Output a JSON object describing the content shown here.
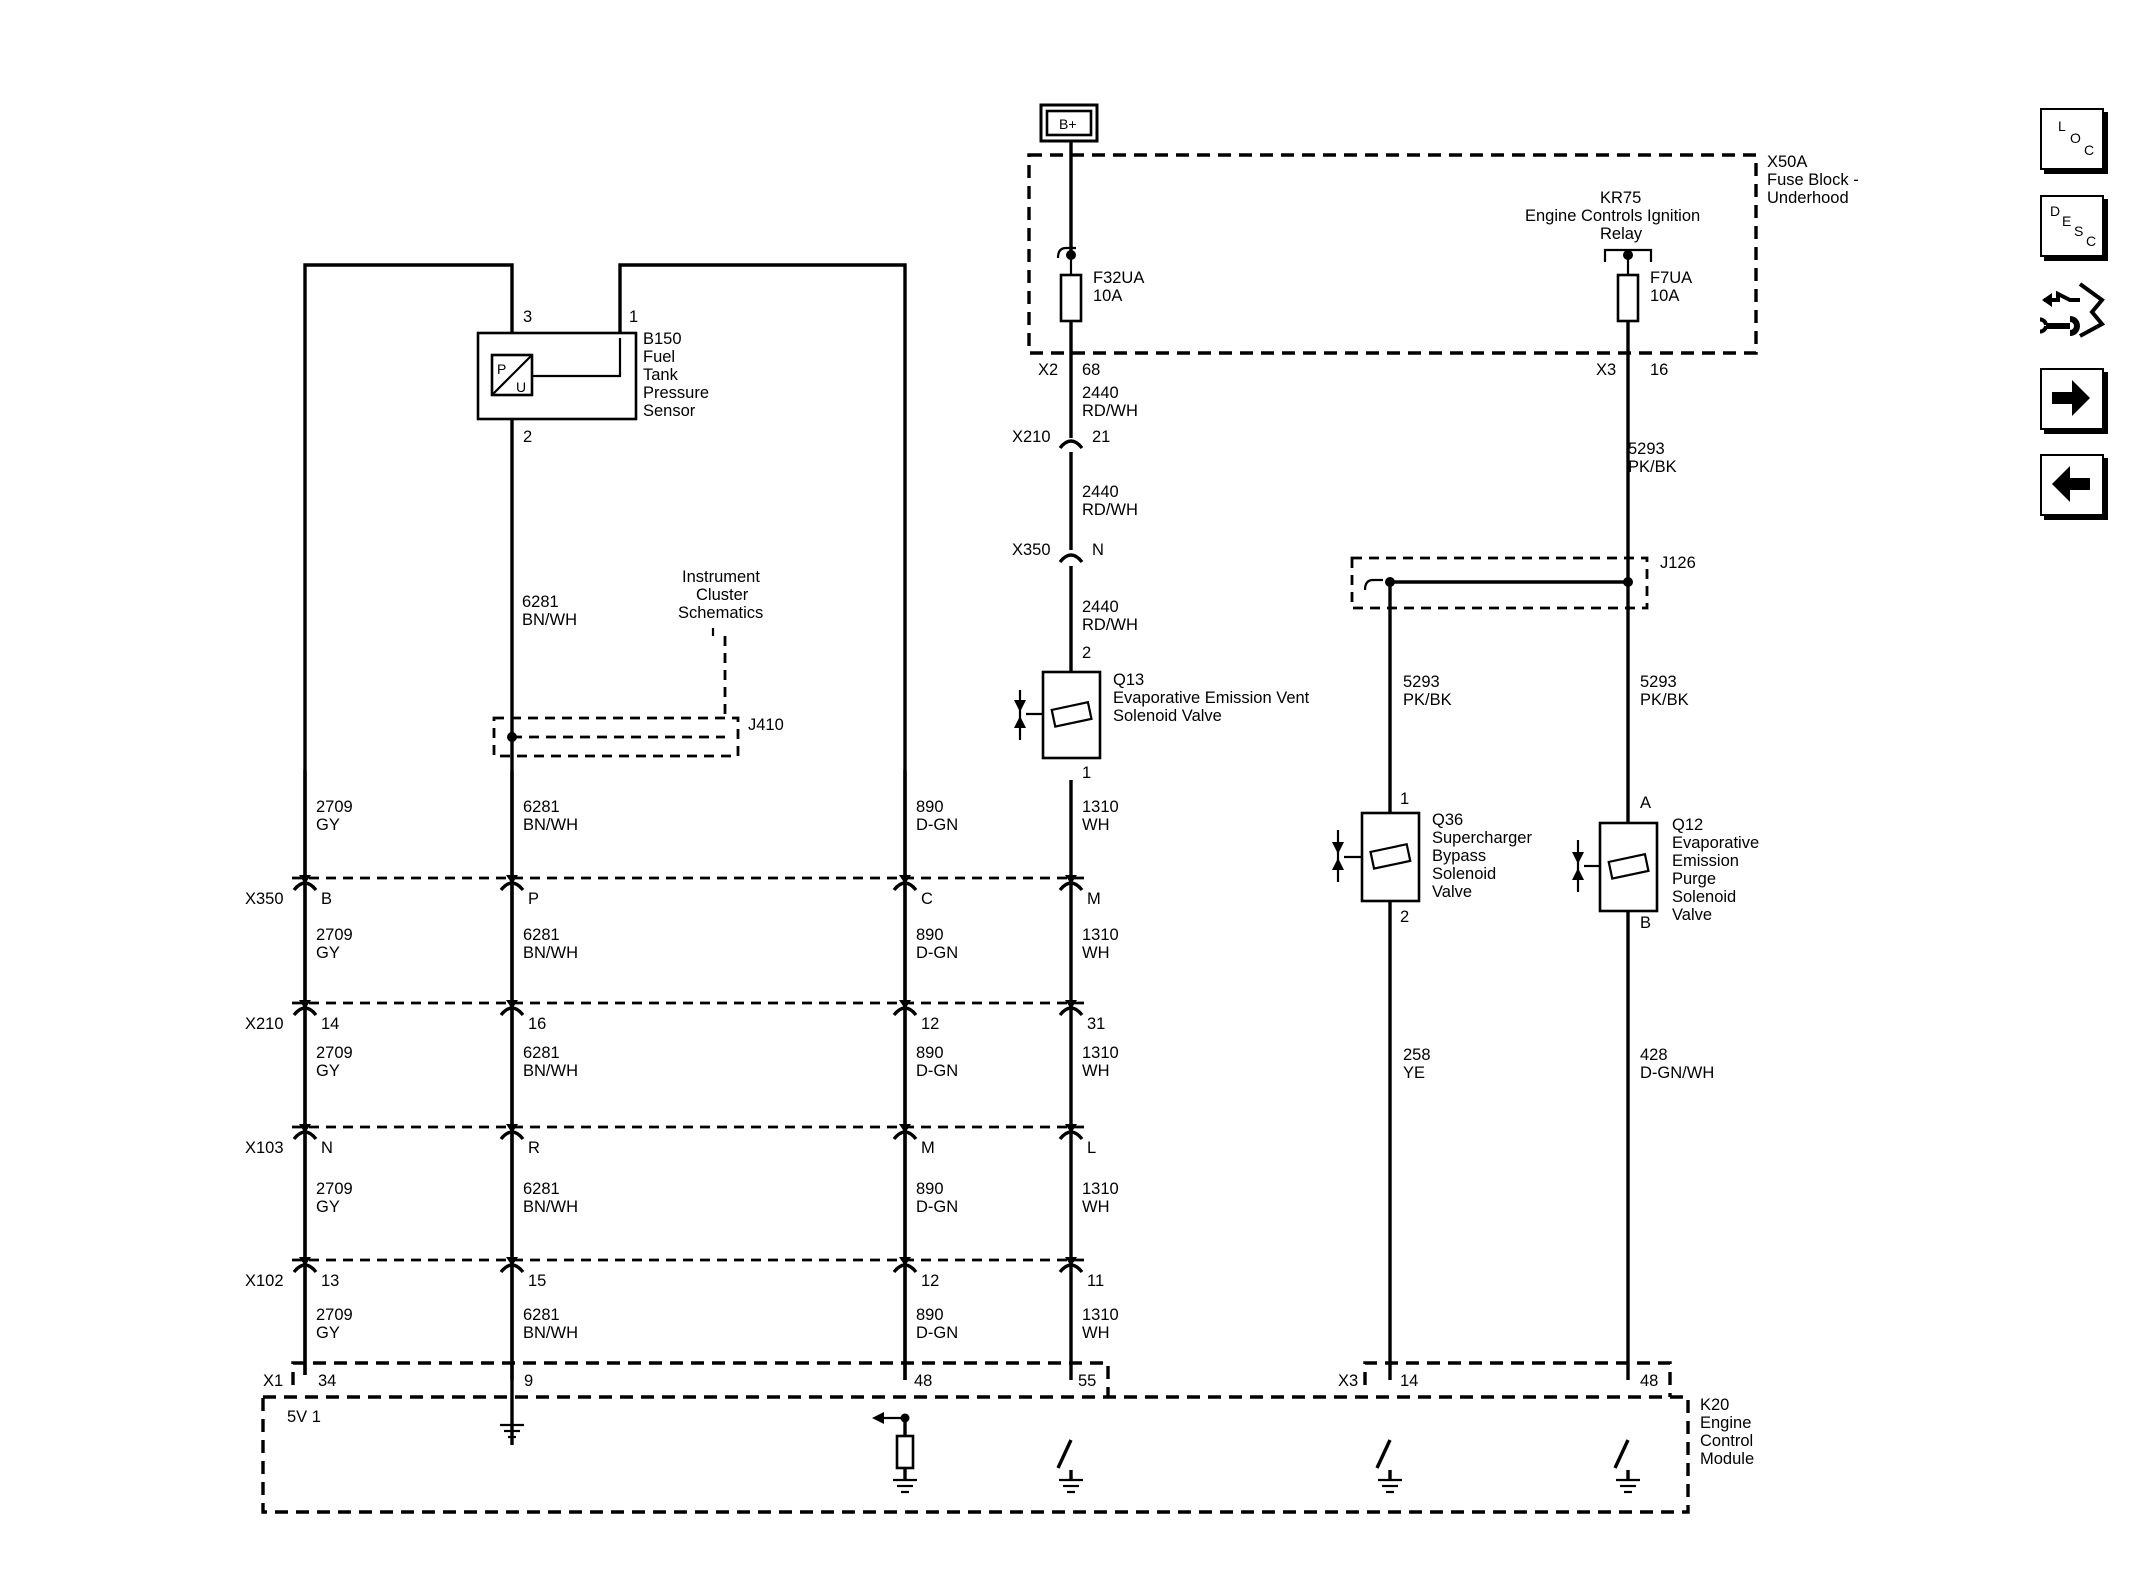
{
  "power": {
    "label": "B+"
  },
  "fuse_block": {
    "id": "X50A",
    "name_line1": "Fuse Block -",
    "name_line2": "Underhood",
    "relay_id": "KR75",
    "relay_line1": "Engine Controls Ignition",
    "relay_line2": "Relay",
    "fuse1_id": "F32UA",
    "fuse1_rating": "10A",
    "fuse2_id": "F7UA",
    "fuse2_rating": "10A",
    "conn1": "X2",
    "pin1": "68",
    "conn2": "X3",
    "pin2": "16"
  },
  "sensor": {
    "id": "B150",
    "line1": "Fuel",
    "line2": "Tank",
    "line3": "Pressure",
    "line4": "Sensor",
    "pin3": "3",
    "pin1": "1",
    "pin2": "2",
    "symbol_p": "P",
    "symbol_u": "U"
  },
  "instrument_cluster": {
    "line1": "Instrument",
    "line2": "Cluster",
    "line3": "Schematics",
    "splice": "J410"
  },
  "splice_j126": "J126",
  "q13": {
    "id": "Q13",
    "line1": "Evaporative Emission Vent",
    "line2": "Solenoid Valve",
    "pin_top": "2",
    "pin_bottom": "1"
  },
  "q36": {
    "id": "Q36",
    "line1": "Supercharger",
    "line2": "Bypass",
    "line3": "Solenoid",
    "line4": "Valve",
    "pin_top": "1",
    "pin_bottom": "2"
  },
  "q12": {
    "id": "Q12",
    "line1": "Evaporative",
    "line2": "Emission",
    "line3": "Purge",
    "line4": "Solenoid",
    "line5": "Valve",
    "pin_top": "A",
    "pin_bottom": "B"
  },
  "b_circuits": {
    "c1": "2440",
    "k1": "RD/WH",
    "x210": "X210",
    "x210_pin": "21",
    "c2": "2440",
    "k2": "RD/WH",
    "x350": "X350",
    "x350_pin": "N",
    "c3": "2440",
    "k3": "RD/WH",
    "c4": "5293",
    "k4": "PK/BK",
    "c5": "5293",
    "k5": "PK/BK",
    "c6": "5293",
    "k6": "PK/BK",
    "c7": "258",
    "k7": "YE",
    "c8": "428",
    "k8": "D-GN/WH"
  },
  "wires": {
    "gy_circuit": "2709",
    "gy_color": "GY",
    "bn_top_circuit": "6281",
    "bn_top_color": "BN/WH",
    "bn_circuit": "6281",
    "bn_color": "BN/WH",
    "dgn_circuit": "890",
    "dgn_color": "D-GN",
    "wh_circuit": "1310",
    "wh_color": "WH"
  },
  "connectors": [
    {
      "name": "X350",
      "pins": [
        "B",
        "P",
        "C",
        "M"
      ]
    },
    {
      "name": "X210",
      "pins": [
        "14",
        "16",
        "12",
        "31"
      ]
    },
    {
      "name": "X103",
      "pins": [
        "N",
        "R",
        "M",
        "L"
      ]
    },
    {
      "name": "X102",
      "pins": [
        "13",
        "15",
        "12",
        "11"
      ]
    }
  ],
  "ecm": {
    "id": "K20",
    "line1": "Engine",
    "line2": "Control",
    "line3": "Module",
    "x1": "X1",
    "x3": "X3",
    "pins_x1": [
      "34",
      "9",
      "48",
      "55"
    ],
    "pins_x3": [
      "14",
      "48"
    ],
    "supply_label": "5V 1"
  },
  "nav": {
    "loc": {
      "l1": "L",
      "l2": "O",
      "l3": "C",
      "icon": "loc-icon"
    },
    "desc": {
      "l1": "D",
      "l2": "E",
      "l3": "S",
      "l4": "C",
      "icon": "desc-icon"
    },
    "tools_icon": "wrench-connector-icon",
    "next_icon": "arrow-right-icon",
    "prev_icon": "arrow-left-icon"
  }
}
